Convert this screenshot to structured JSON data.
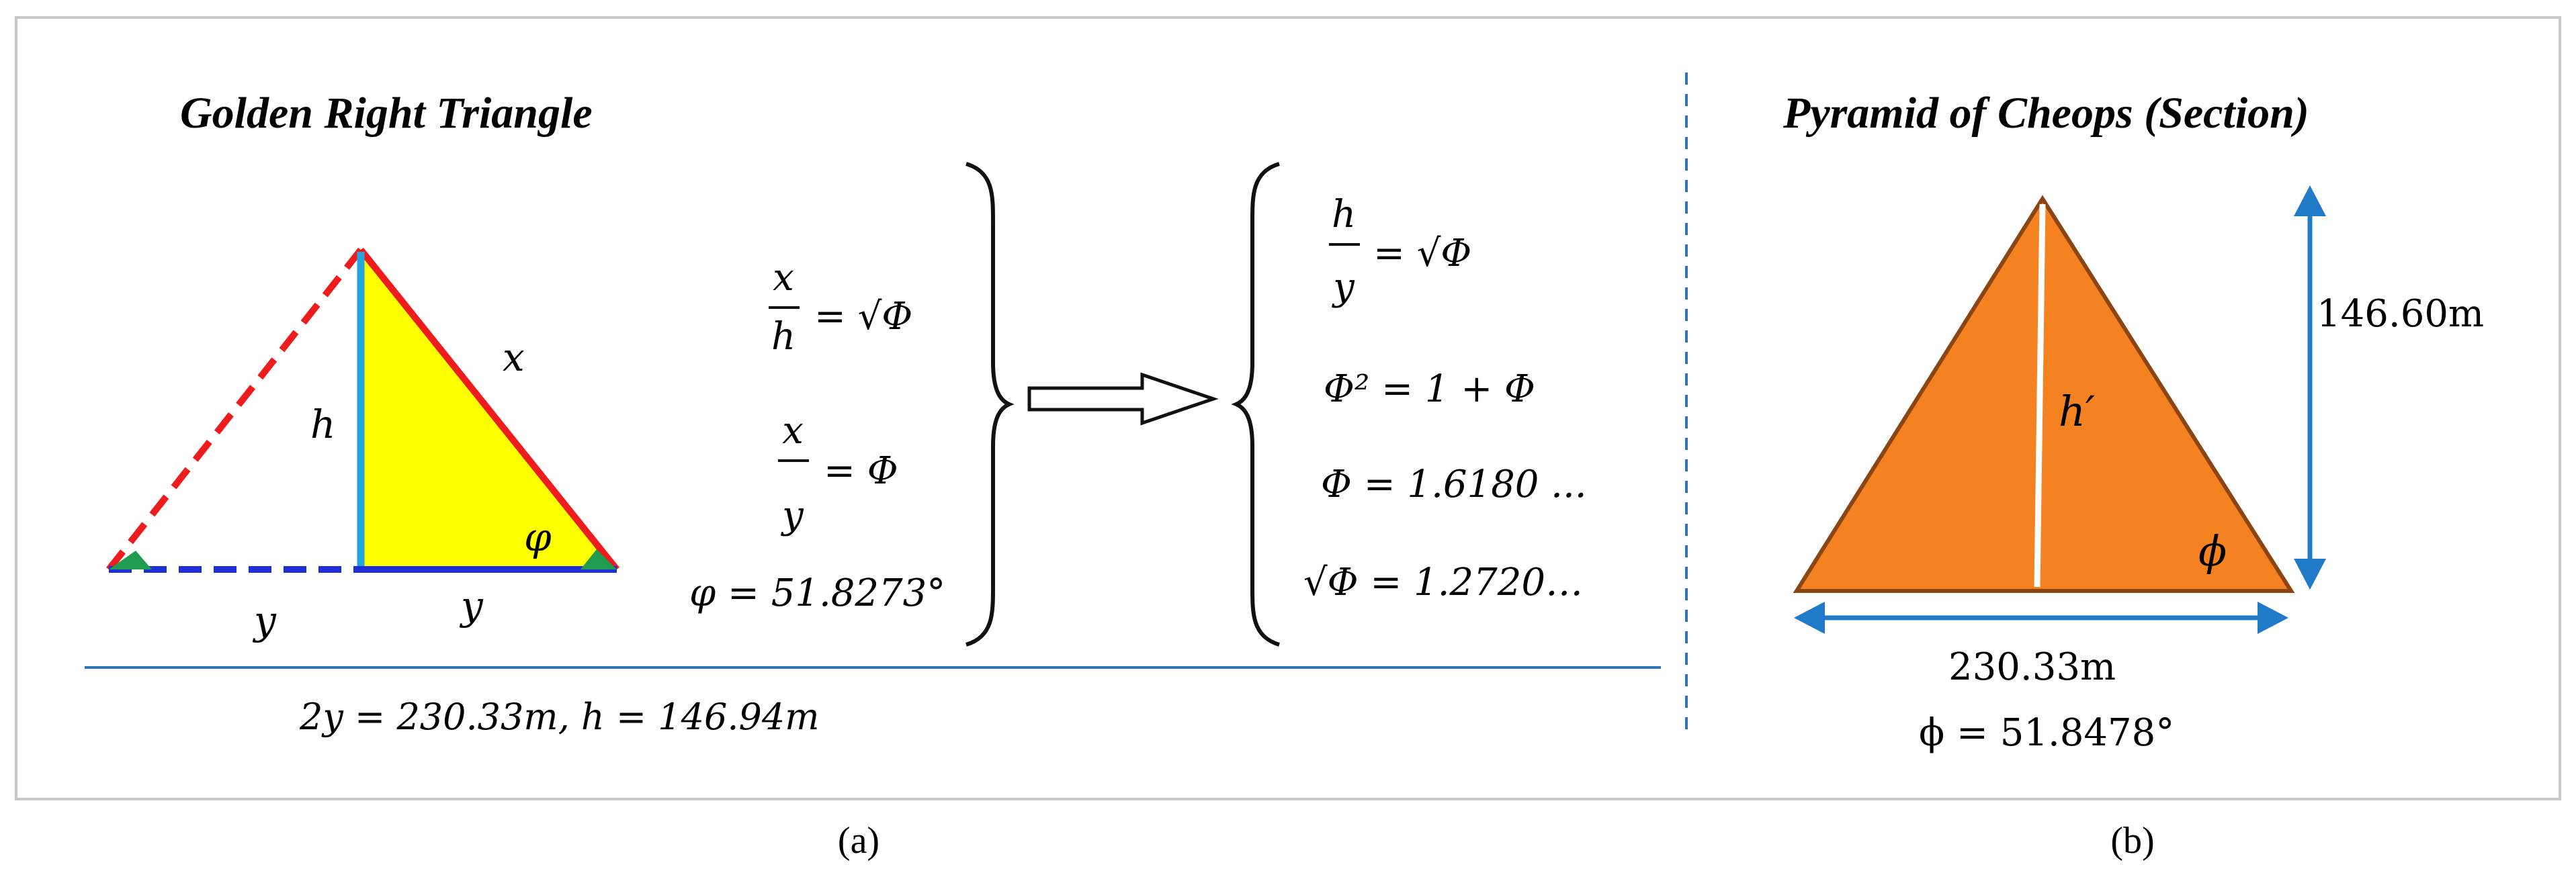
{
  "panel_a": {
    "title": "Golden Right Triangle",
    "labels": {
      "x": "x",
      "h": "h",
      "y_left": "y",
      "y_right": "y",
      "phi": "φ"
    },
    "system1": {
      "eq1_num": "x",
      "eq1_den": "h",
      "eq1_rhs": "= √Φ",
      "eq2_num": "x",
      "eq2_den": "y",
      "eq2_rhs": "= Φ",
      "eq3": "φ = 51.8273°"
    },
    "system2": {
      "eq1_num": "h",
      "eq1_den": "y",
      "eq1_rhs": "= √Φ",
      "eq2": "Φ² = 1 + Φ",
      "eq3": "Φ = 1.6180 ...",
      "eq4": "√Φ = 1.2720…"
    },
    "bottom_formula": "2y = 230.33m,  h = 146.94m",
    "caption": "(a)"
  },
  "panel_b": {
    "title": "Pyramid of Cheops (Section)",
    "height_label": "146.60m",
    "h_prime": "h′",
    "angle_symbol": "ϕ",
    "base_label": "230.33m",
    "angle_value": "ϕ = 51.8478°",
    "caption": "(b)"
  },
  "colors": {
    "red": "#ee1c1c",
    "blue": "#1f2fd8",
    "cyan": "#22a6dc",
    "yellow": "#ffff00",
    "green": "#1f9c4f",
    "orange": "#f58220",
    "brown": "#8b4513",
    "arrow_blue": "#1f7bc8",
    "divider": "#2e75b6"
  }
}
